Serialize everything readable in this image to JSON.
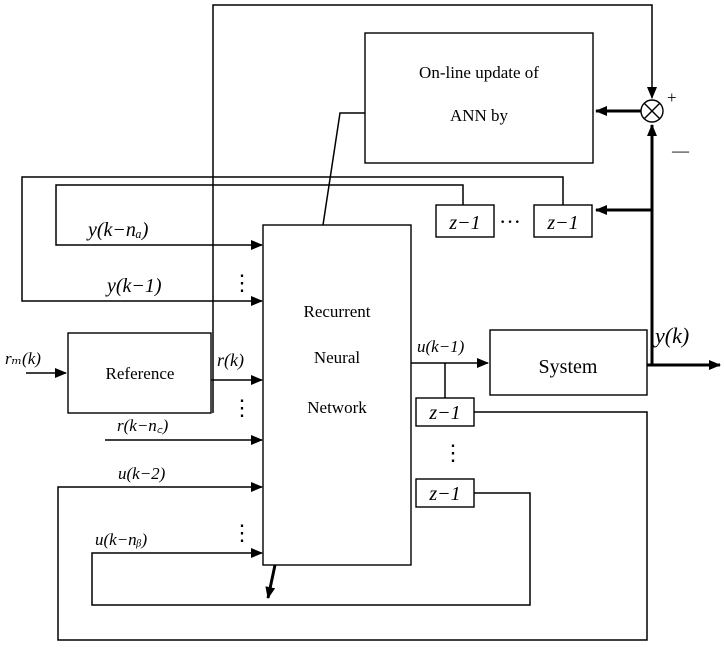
{
  "blocks": {
    "online_update_line1": "On-line update of",
    "online_update_line2": "ANN by",
    "rnn_line1": "Recurrent",
    "rnn_line2": "Neural",
    "rnn_line3": "Network",
    "reference": "Reference",
    "system": "System",
    "delay": "z−1"
  },
  "signals": {
    "rm_k": "rₘ(k)",
    "r_k": "r(k)",
    "y_k": "y(k)",
    "u_k1": "u(k−1)",
    "y_k_na": "y(k−nₐ)",
    "y_k1": "y(k−1)",
    "r_k_nc": "r(k−n꜀)",
    "u_k2": "u(k−2)",
    "u_k_nb": "u(k−nᵦ)"
  },
  "summing_junction": {
    "plus": "+",
    "minus": "—"
  },
  "ellipsis": "⋮",
  "ellipsis_h": "···"
}
